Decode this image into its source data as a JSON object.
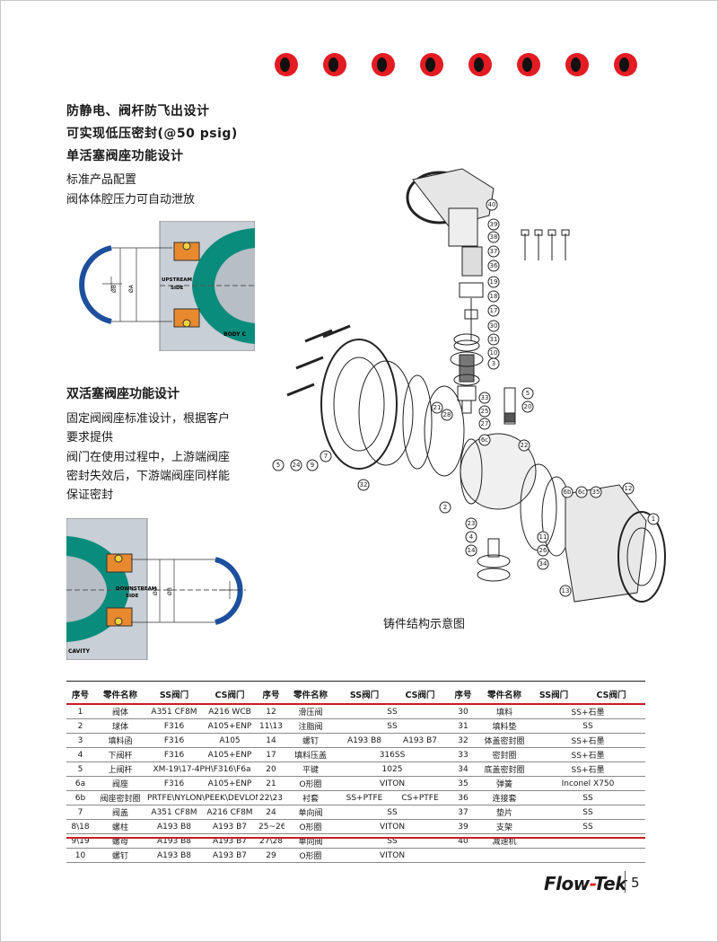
{
  "headlines": [
    "防静电、阀杆防飞出设计",
    "可实现低压密封(@50 psig)",
    "单活塞阀座功能设计"
  ],
  "intro_lines": [
    "标准产品配置",
    "阀体体腔压力可自动泄放"
  ],
  "section2_title": "双活塞阀座功能设计",
  "section2_lines": [
    "固定阀阀座标准设计，根据客户",
    "要求提供",
    "阀门在使用过程中，上游端阀座",
    "密封失效后，下游端阀座同样能",
    "保证密封"
  ],
  "seat_diagram_1": {
    "side_label_1": "UPSTREAM",
    "side_label_2": "SIDE",
    "body_label": "BODY C",
    "dim_a": "ØA",
    "dim_b": "ØB"
  },
  "seat_diagram_2": {
    "side_label_1": "DOWNSTREAM",
    "side_label_2": "SIDE",
    "cavity_label": "CAVITY",
    "dim_c": "ØC",
    "dim_b": "ØB"
  },
  "exploded_labels": [
    "40",
    "39",
    "38",
    "37",
    "36",
    "19",
    "18",
    "17",
    "30",
    "31",
    "10",
    "3",
    "5",
    "20",
    "33",
    "25",
    "27",
    "6c",
    "22",
    "21",
    "28",
    "5",
    "24",
    "9",
    "7",
    "32",
    "2",
    "6b",
    "6c",
    "35",
    "12",
    "1",
    "23",
    "4",
    "14",
    "11",
    "26",
    "34",
    "13"
  ],
  "figure_caption": "铸件结构示意图",
  "table": {
    "headers": [
      "序号",
      "零件名称",
      "SS阀门",
      "CS阀门",
      "序号",
      "零件名称",
      "SS阀门",
      "CS阀门",
      "序号",
      "零件名称",
      "SS阀门",
      "CS阀门"
    ],
    "rows": [
      [
        "1",
        "阀体",
        "A351 CF8M",
        "A216 WCB",
        "12",
        "滑压阀",
        "SS",
        "",
        "30",
        "填料",
        "SS+石墨",
        ""
      ],
      [
        "2",
        "球体",
        "F316",
        "A105+ENP",
        "11\\13",
        "注脂阀",
        "SS",
        "",
        "31",
        "填料垫",
        "SS",
        ""
      ],
      [
        "3",
        "填料函",
        "F316",
        "A105",
        "14",
        "螺钉",
        "A193 B8",
        "A193 B7",
        "32",
        "体盖密封圈",
        "SS+石墨",
        ""
      ],
      [
        "4",
        "下阀杆",
        "F316",
        "A105+ENP",
        "17",
        "填料压盖",
        "316SS",
        "",
        "33",
        "密封圈",
        "SS+石墨",
        ""
      ],
      [
        "5",
        "上阀杆",
        "XM-19\\17-4PH\\F316\\F6a",
        "",
        "20",
        "平键",
        "1025",
        "",
        "34",
        "底盖密封圈",
        "SS+石墨",
        ""
      ],
      [
        "6a",
        "阀座",
        "F316",
        "A105+ENP",
        "21",
        "O形圈",
        "VITON",
        "",
        "35",
        "弹簧",
        "Inconel X750",
        ""
      ],
      [
        "6b",
        "阀座密封圈",
        "PRTFE\\NYLON\\PEEK\\DEVLON\\GSM",
        "",
        "22\\23",
        "衬套",
        "SS+PTFE",
        "CS+PTFE",
        "36",
        "连接套",
        "SS",
        ""
      ],
      [
        "7",
        "阀盖",
        "A351 CF8M",
        "A216 CF8M",
        "24",
        "单向阀",
        "SS",
        "",
        "37",
        "垫片",
        "SS",
        ""
      ],
      [
        "8\\18",
        "螺柱",
        "A193 B8",
        "A193 B7",
        "25~26",
        "O形圈",
        "VITON",
        "",
        "39",
        "支架",
        "SS",
        ""
      ],
      [
        "9\\19",
        "螺母",
        "A193 B8",
        "A193 B7",
        "27\\28",
        "单向阀",
        "SS",
        "",
        "40",
        "减速机",
        "",
        ""
      ],
      [
        "10",
        "螺钉",
        "A193 B8",
        "A193 B7",
        "29",
        "O形圈",
        "VITON",
        "",
        "",
        "",
        "",
        ""
      ]
    ]
  },
  "footer": {
    "logo_part1": "Flow",
    "logo_dash": "-",
    "logo_part2": "Tek",
    "page_number": "5"
  },
  "colors": {
    "accent_red": "#e31b23",
    "seat_green": "#0a8c7c",
    "seal_orange": "#e8892e",
    "ring_blue": "#1d4f9c"
  }
}
